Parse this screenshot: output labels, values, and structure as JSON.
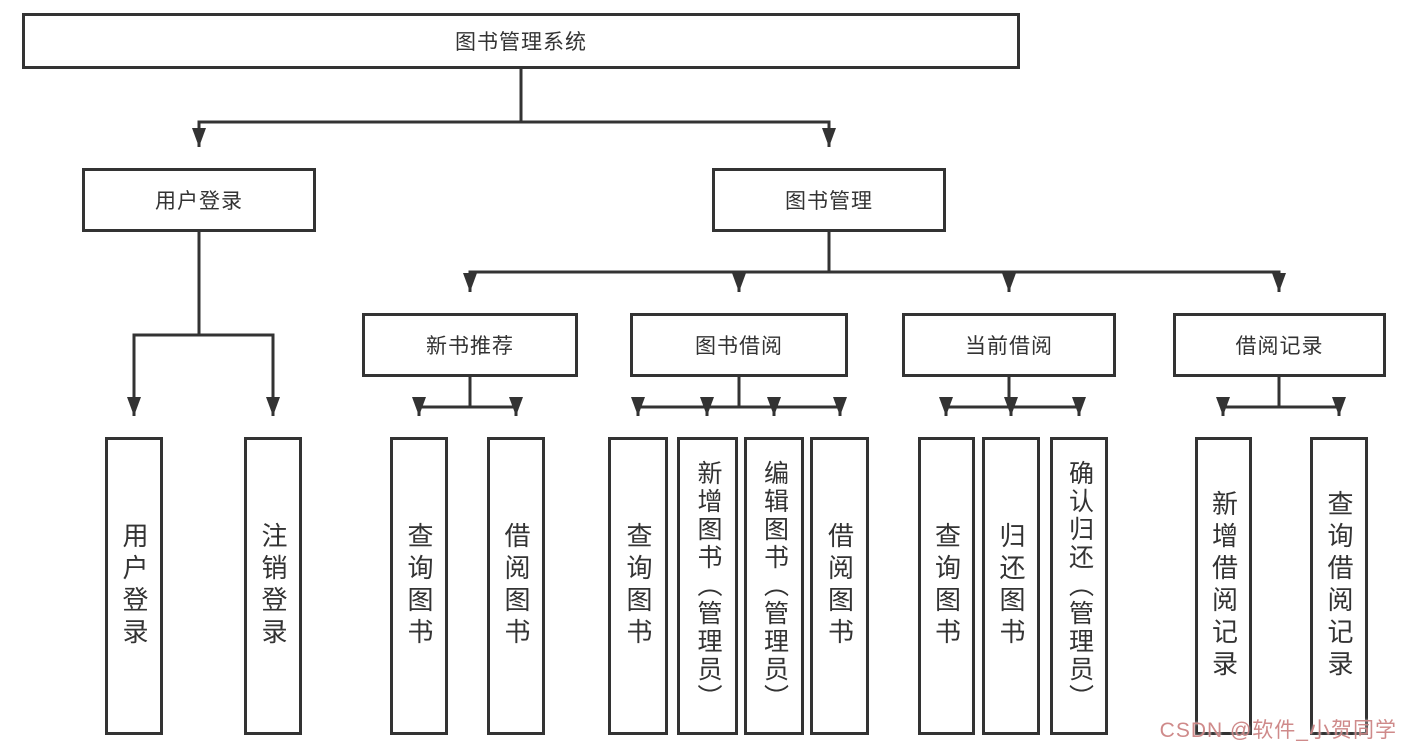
{
  "diagram": {
    "type": "hierarchy-tree",
    "tree": {
      "root": "图书管理系统",
      "children": [
        {
          "label": "用户登录",
          "children": [
            "用户登录",
            "注销登录"
          ]
        },
        {
          "label": "图书管理",
          "children": [
            {
              "label": "新书推荐",
              "children": [
                "查询图书",
                "借阅图书"
              ]
            },
            {
              "label": "图书借阅",
              "children": [
                "查询图书",
                "新增图书（管理员）",
                "编辑图书（管理员）",
                "借阅图书"
              ]
            },
            {
              "label": "当前借阅",
              "children": [
                "查询图书",
                "归还图书",
                "确认归还（管理员）"
              ]
            },
            {
              "label": "借阅记录",
              "children": [
                "新增借阅记录",
                "查询借阅记录"
              ]
            }
          ]
        }
      ]
    },
    "colors": {
      "box_border": "#333333",
      "connector_line": "#333333",
      "text": "#333333",
      "background": "#ffffff"
    }
  },
  "watermark": {
    "text": "CSDN @软件_小贺同学",
    "color": "#cb8080"
  }
}
